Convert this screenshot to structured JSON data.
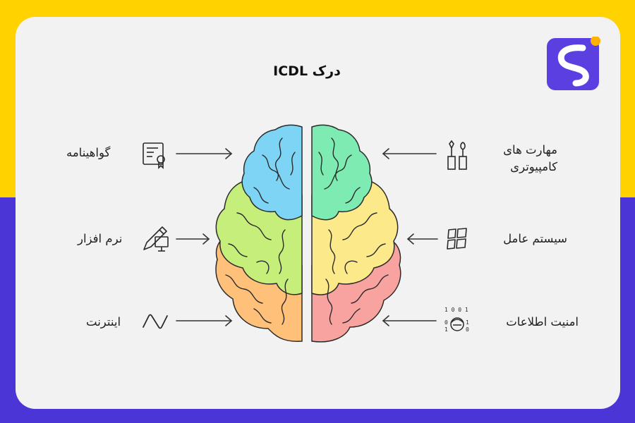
{
  "title": "درک ICDL",
  "topics": {
    "certificate": "گواهینامه",
    "software": "نرم افزار",
    "internet": "اینترنت",
    "computer_skills_line1": "مهارت های",
    "computer_skills_line2": "کامپیوتری",
    "os": "سیستم عامل",
    "security": "امنیت اطلاعات"
  },
  "icons": {
    "certificate": "certificate-icon",
    "software": "pencil-monitor-icon",
    "internet": "wave-icon",
    "computer_skills": "tools-icon",
    "os": "windows-icon",
    "security": "hacker-binary-icon"
  },
  "colors": {
    "yellow": "#FFD200",
    "purple": "#4B35D6",
    "card": "#F2F2F2",
    "brain_blue": "#7DD4F5",
    "brain_lime": "#C5EE7A",
    "brain_orange": "#FFC07A",
    "brain_mint": "#7DEBB2",
    "brain_yellow": "#FCE98A",
    "brain_pink": "#F9A3A0"
  }
}
